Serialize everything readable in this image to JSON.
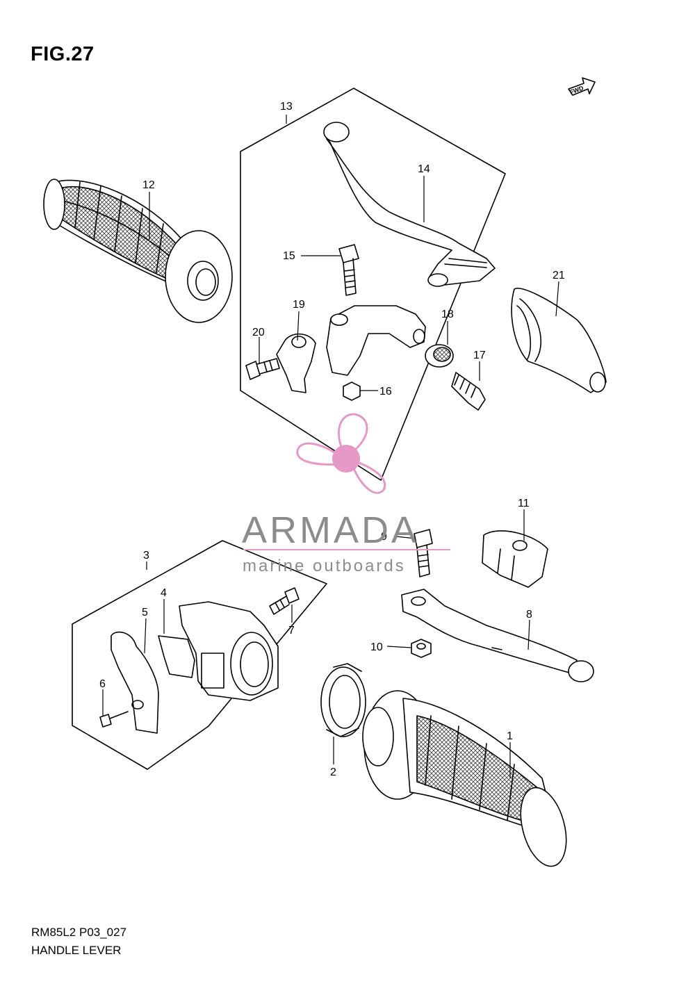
{
  "figure": {
    "title": "FIG.27",
    "code": "RM85L2 P03_027",
    "name": "HANDLE LEVER",
    "fwd_label": "FWD"
  },
  "watermark": {
    "brand": "ARMADA",
    "tagline": "marine outboards",
    "icon": "propeller-icon",
    "color": "#e699c6",
    "text_color": "#8c8c8c"
  },
  "callouts": [
    "1",
    "2",
    "3",
    "4",
    "5",
    "6",
    "7",
    "8",
    "9",
    "10",
    "11",
    "12",
    "13",
    "14",
    "15",
    "16",
    "17",
    "18",
    "19",
    "20",
    "21"
  ],
  "parts": [
    {
      "num": "1",
      "icon": "right-grip-icon"
    },
    {
      "num": "2",
      "icon": "throttle-ring-icon"
    },
    {
      "num": "3",
      "icon": "throttle-housing-box"
    },
    {
      "num": "4",
      "icon": "throttle-housing-icon"
    },
    {
      "num": "5",
      "icon": "housing-cover-icon"
    },
    {
      "num": "6",
      "icon": "cover-screw-icon"
    },
    {
      "num": "7",
      "icon": "housing-bolt-icon"
    },
    {
      "num": "8",
      "icon": "brake-lever-icon"
    },
    {
      "num": "9",
      "icon": "lever-bolt-icon"
    },
    {
      "num": "10",
      "icon": "lever-nut-icon"
    },
    {
      "num": "11",
      "icon": "lever-cover-icon"
    },
    {
      "num": "12",
      "icon": "left-grip-icon"
    },
    {
      "num": "13",
      "icon": "clutch-lever-assembly-box"
    },
    {
      "num": "14",
      "icon": "clutch-lever-icon"
    },
    {
      "num": "15",
      "icon": "clutch-bolt-icon"
    },
    {
      "num": "16",
      "icon": "clutch-nut-icon"
    },
    {
      "num": "17",
      "icon": "adjuster-bolt-icon"
    },
    {
      "num": "18",
      "icon": "adjuster-nut-icon"
    },
    {
      "num": "19",
      "icon": "clamp-icon"
    },
    {
      "num": "20",
      "icon": "clamp-bolt-icon"
    },
    {
      "num": "21",
      "icon": "clutch-lever-boot-icon"
    }
  ]
}
